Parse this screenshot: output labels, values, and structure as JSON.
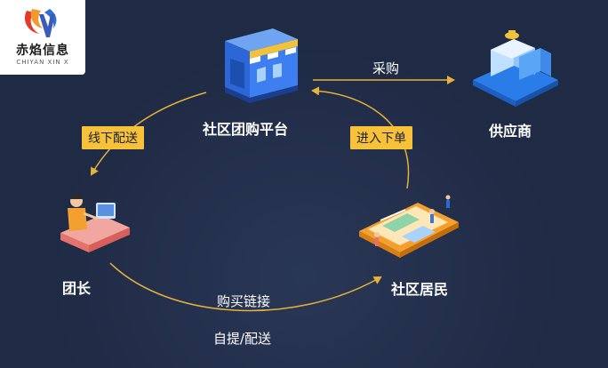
{
  "logo": {
    "name": "赤焰信息",
    "subtitle": "CHIYAN XIN X"
  },
  "nodes": {
    "platform": "社区团购平台",
    "supplier": "供应商",
    "leader": "团长",
    "residents": "社区居民"
  },
  "edges": {
    "purchase": "采购",
    "offline_delivery": "线下配送",
    "order": "进入下单",
    "buy_link": "购买链接",
    "pickup_delivery": "自提/配送"
  },
  "colors": {
    "background": "#1f2a44",
    "accent": "#f7c23a",
    "arrow": "#e6b23a"
  }
}
